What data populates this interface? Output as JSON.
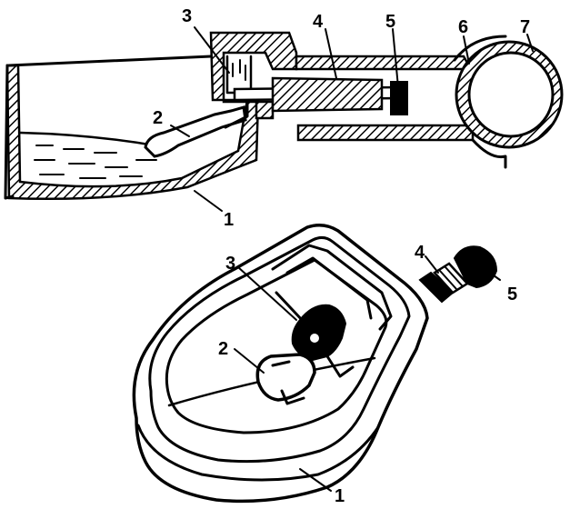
{
  "diagram": {
    "top_view": {
      "labels": {
        "l1": "1",
        "l2": "2",
        "l3": "3",
        "l4": "4",
        "l5": "5",
        "l6": "6",
        "l7": "7"
      }
    },
    "bottom_view": {
      "labels": {
        "l1": "1",
        "l2": "2",
        "l3": "3",
        "l4": "4",
        "l5": "5"
      }
    },
    "colors": {
      "ink": "#000000",
      "paper": "#ffffff"
    }
  }
}
